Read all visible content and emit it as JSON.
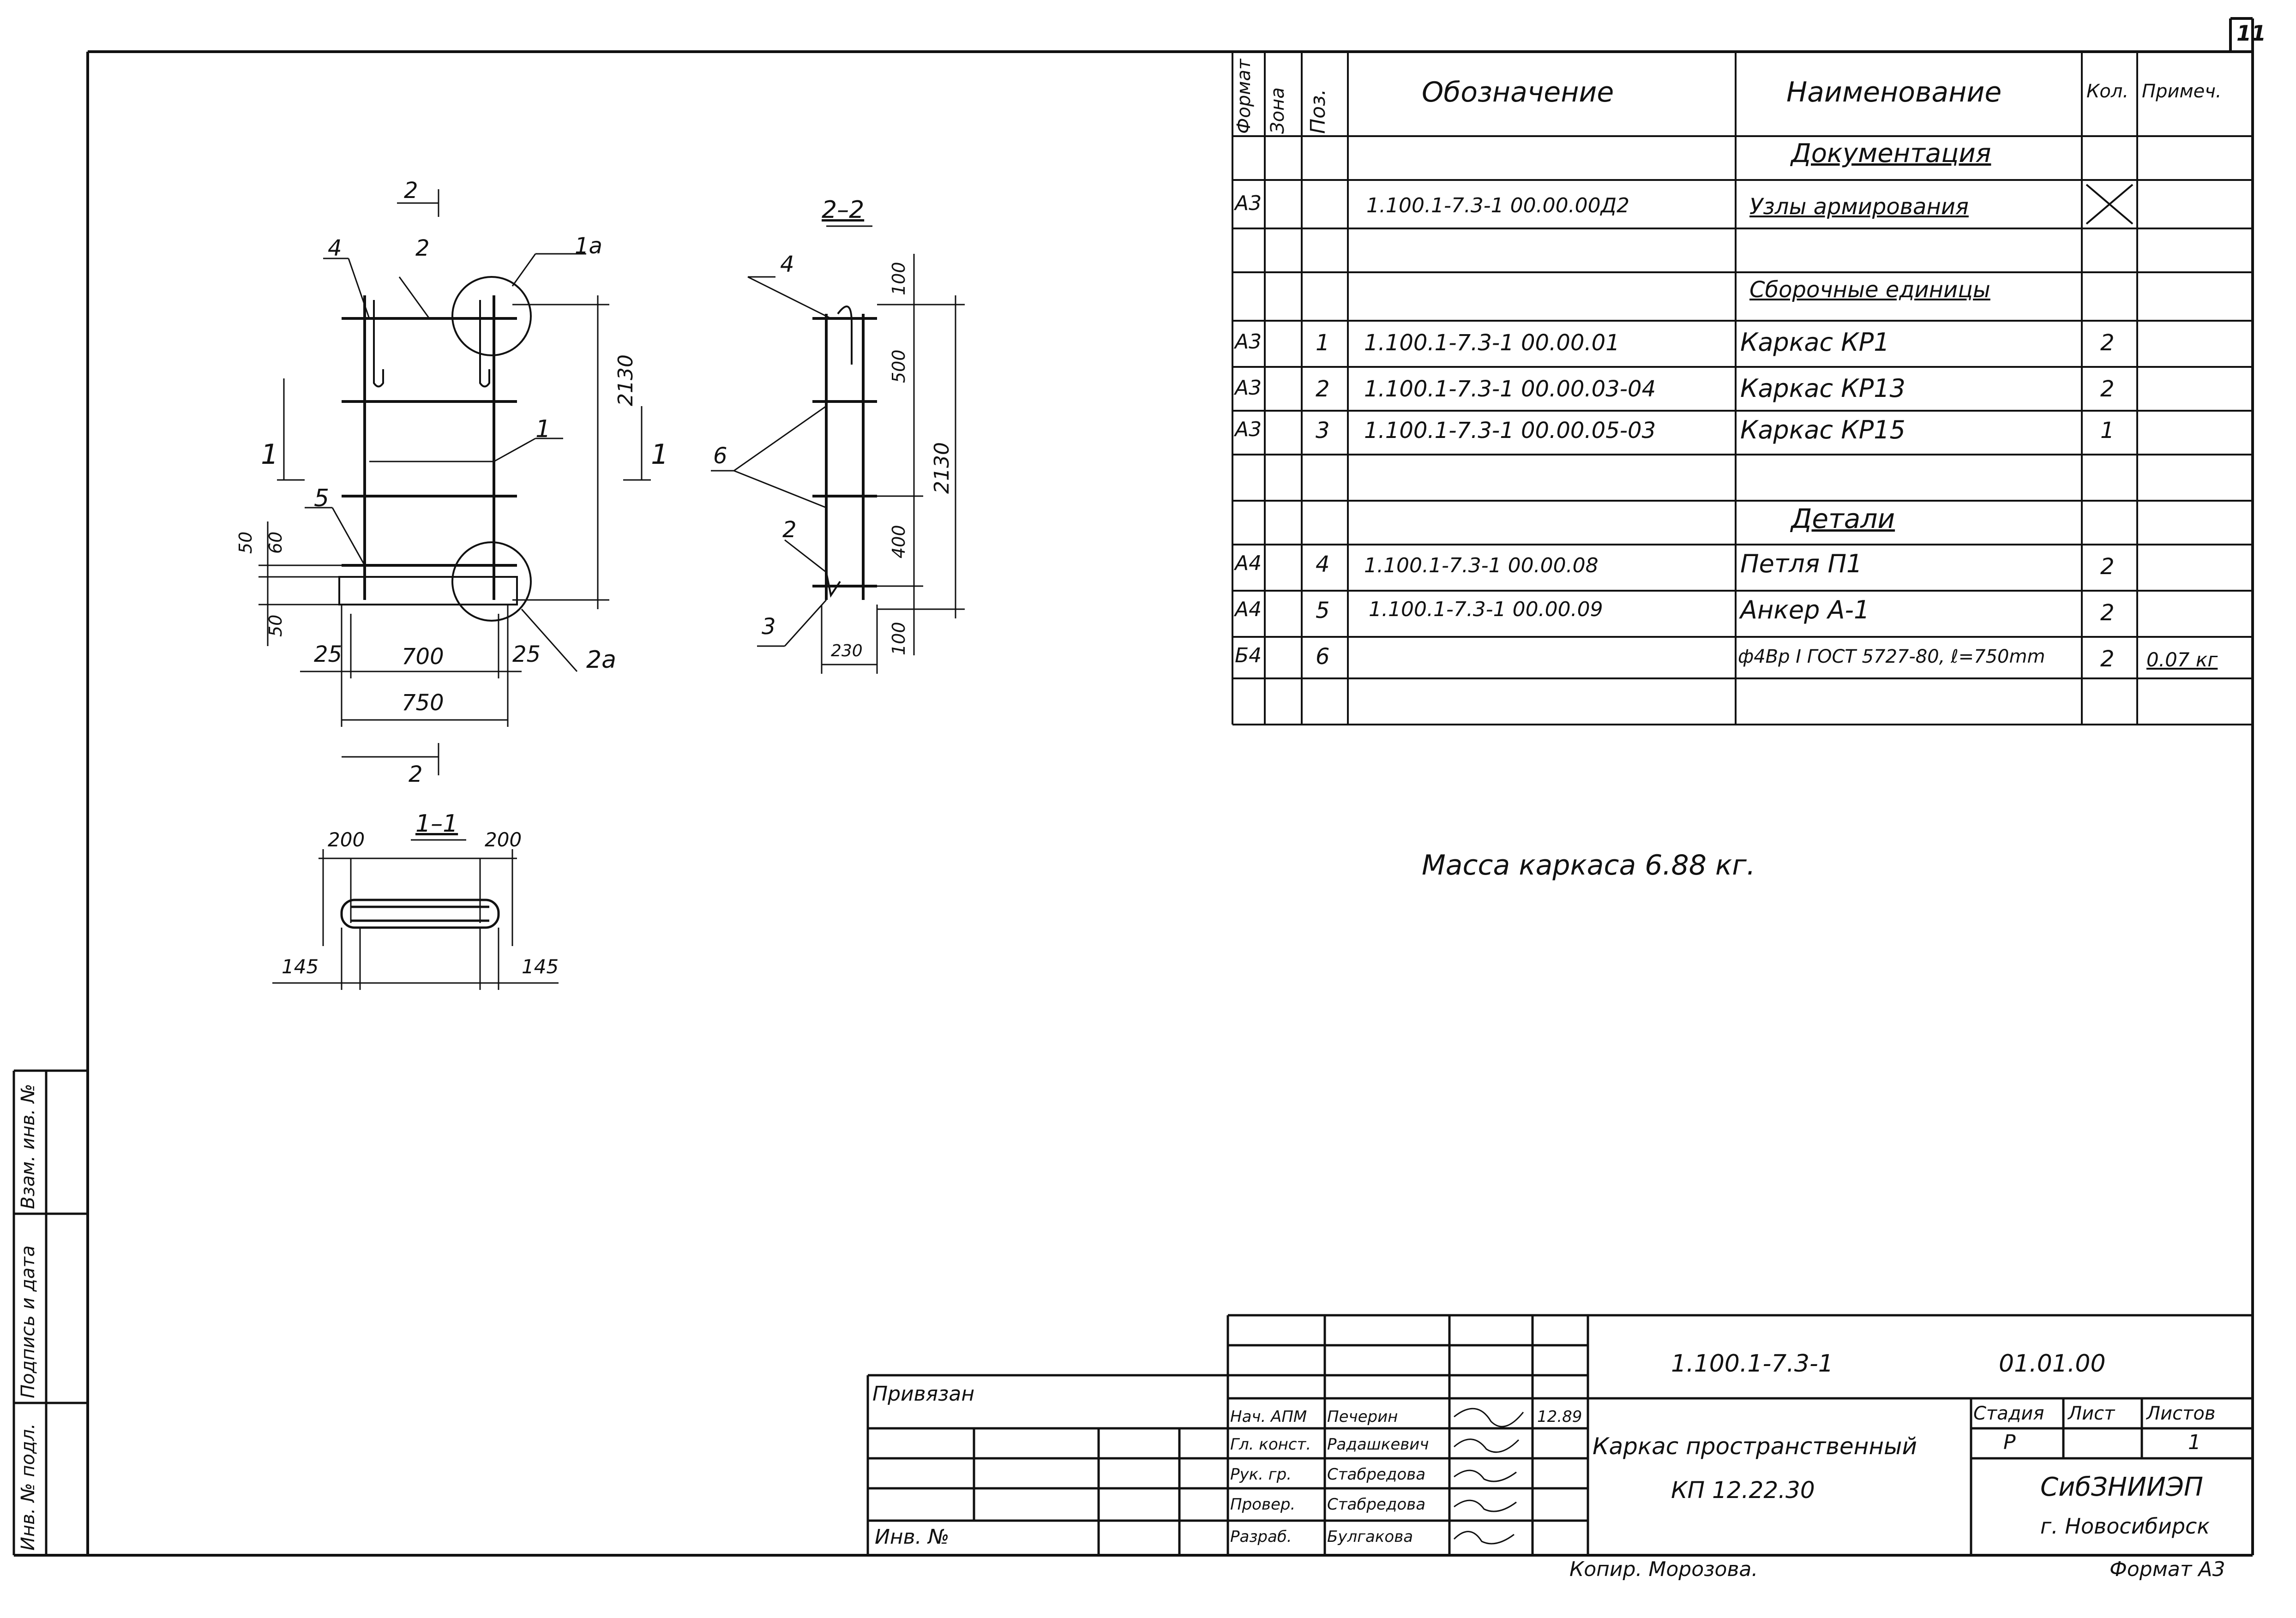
{
  "sheet_number": "11",
  "spec": {
    "headers": {
      "format": "Формат",
      "zone": "Зона",
      "pos": "Поз.",
      "designation": "Обозначение",
      "name": "Наименование",
      "qty": "Кол.",
      "note": "Примеч."
    },
    "rows": [
      {
        "format": "",
        "pos": "",
        "designation": "",
        "name": "Документация",
        "qty": "",
        "note": ""
      },
      {
        "format": "А3",
        "pos": "",
        "designation": "1.100.1-7.3-1  00.00.00Д2",
        "name": "Узлы  армирования",
        "qty": "",
        "note": ""
      },
      {
        "format": "",
        "pos": "",
        "designation": "",
        "name": "",
        "qty": "",
        "note": ""
      },
      {
        "format": "",
        "pos": "",
        "designation": "",
        "name": "Сборочные  единицы",
        "qty": "",
        "note": ""
      },
      {
        "format": "А3",
        "pos": "1",
        "designation": "1.100.1-7.3-1  00.00.01",
        "name": "Каркас  КР1",
        "qty": "2",
        "note": ""
      },
      {
        "format": "А3",
        "pos": "2",
        "designation": "1.100.1-7.3-1  00.00.03-04",
        "name": "Каркас  КР13",
        "qty": "2",
        "note": ""
      },
      {
        "format": "А3",
        "pos": "3",
        "designation": "1.100.1-7.3-1  00.00.05-03",
        "name": "Каркас  КР15",
        "qty": "1",
        "note": ""
      },
      {
        "format": "",
        "pos": "",
        "designation": "",
        "name": "",
        "qty": "",
        "note": ""
      },
      {
        "format": "",
        "pos": "",
        "designation": "",
        "name": "Детали",
        "qty": "",
        "note": ""
      },
      {
        "format": "А4",
        "pos": "4",
        "designation": "1.100.1-7.3-1  00.00.08",
        "name": "Петля  П1",
        "qty": "2",
        "note": ""
      },
      {
        "format": "А4",
        "pos": "5",
        "designation": "1.100.1-7.3-1  00.00.09",
        "name": "Анкер  А-1",
        "qty": "2",
        "note": ""
      },
      {
        "format": "Б4",
        "pos": "6",
        "designation": "",
        "name": "ф4Вр I ГОСТ 5727-80, ℓ=750mm",
        "qty": "2",
        "note": "0.07 кг"
      },
      {
        "format": "",
        "pos": "",
        "designation": "",
        "name": "",
        "qty": "",
        "note": ""
      }
    ]
  },
  "mass_note": "Масса  каркаса  6.88 кг.",
  "drawing": {
    "section_2": "2",
    "section_1": "1",
    "view_2_2": "2–2",
    "view_1_1": "1–1",
    "callouts": {
      "c4": "4",
      "c2": "2",
      "c1a": "1а",
      "c1": "1",
      "c5": "5",
      "c2a": "2а",
      "c6": "6",
      "c3": "3"
    },
    "dims_front": {
      "d2130": "2130",
      "d50a": "50",
      "d60": "60",
      "d50b": "50",
      "d25a": "25",
      "d700": "700",
      "d25b": "25",
      "d750": "750"
    },
    "dims_side": {
      "d100a": "100",
      "d500": "500",
      "d2130": "2130",
      "d400": "400",
      "d100b": "100",
      "d230": "230"
    },
    "dims_plan": {
      "d200a": "200",
      "d200b": "200",
      "d145a": "145",
      "d145b": "145"
    }
  },
  "side_stamp": {
    "inv_podl": "Инв. № подл.",
    "podpis": "Подпись и дата",
    "vzam": "Взам. инв. №"
  },
  "title_block": {
    "privyazan": "Привязан",
    "inv_no": "Инв. №",
    "people": [
      {
        "role": "Нач. АПМ",
        "name": "Печерин",
        "date": "12.89"
      },
      {
        "role": "Гл. конст.",
        "name": "Радашкевич",
        "date": ""
      },
      {
        "role": "Рук. гр.",
        "name": "Стабредова",
        "date": ""
      },
      {
        "role": "Провер.",
        "name": "Стабредова",
        "date": ""
      },
      {
        "role": "Разраб.",
        "name": "Булгакова",
        "date": ""
      }
    ],
    "doc_code": "1.100.1-7.3-1",
    "doc_suffix": "01.01.00",
    "title_line1": "Каркас  пространственный",
    "title_line2": "КП 12.22.30",
    "stage_label": "Стадия",
    "sheet_label": "Лист",
    "sheets_label": "Листов",
    "stage": "Р",
    "sheets": "1",
    "org": "СибЗНИИЭП",
    "city": "г. Новосибирск"
  },
  "kopir": "Копир. Морозова.",
  "format_note": "Формат  А3"
}
